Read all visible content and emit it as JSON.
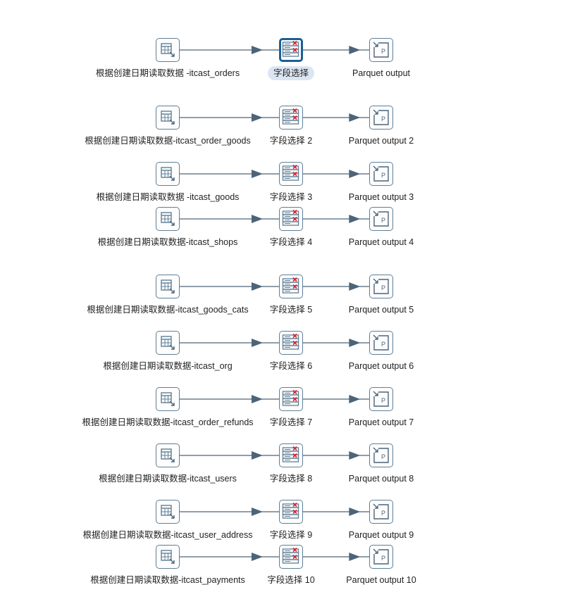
{
  "rows": [
    {
      "input_label": "根据创建日期读取数据 -itcast_orders",
      "select_label": "字段选择",
      "output_label": "Parquet output",
      "selected": true
    },
    {
      "input_label": "根据创建日期读取数据-itcast_order_goods",
      "select_label": "字段选择 2",
      "output_label": "Parquet output 2"
    },
    {
      "input_label": "根据创建日期读取数据 -itcast_goods",
      "select_label": "字段选择 3",
      "output_label": "Parquet output 3"
    },
    {
      "input_label": "根据创建日期读取数据-itcast_shops",
      "select_label": "字段选择 4",
      "output_label": "Parquet output 4"
    },
    {
      "input_label": "根据创建日期读取数据-itcast_goods_cats",
      "select_label": "字段选择 5",
      "output_label": "Parquet output 5"
    },
    {
      "input_label": "根据创建日期读取数据-itcast_org",
      "select_label": "字段选择 6",
      "output_label": "Parquet output 6"
    },
    {
      "input_label": "根据创建日期读取数据-itcast_order_refunds",
      "select_label": "字段选择 7",
      "output_label": "Parquet output 7"
    },
    {
      "input_label": "根据创建日期读取数据-itcast_users",
      "select_label": "字段选择 8",
      "output_label": "Parquet output 8"
    },
    {
      "input_label": "根据创建日期读取数据-itcast_user_address",
      "select_label": "字段选择 9",
      "output_label": "Parquet output 9"
    },
    {
      "input_label": "根据创建日期读取数据-itcast_payments",
      "select_label": "字段选择 10",
      "output_label": "Parquet output 10"
    }
  ],
  "icons": {
    "input": "table-input-icon",
    "select": "select-values-icon",
    "output": "parquet-output-icon"
  },
  "colors": {
    "hop": "#4d6478",
    "border": "#5f7f96",
    "selected_border": "#1b5f96",
    "cross": "#d9232e",
    "label_highlight": "#dce6f2"
  }
}
